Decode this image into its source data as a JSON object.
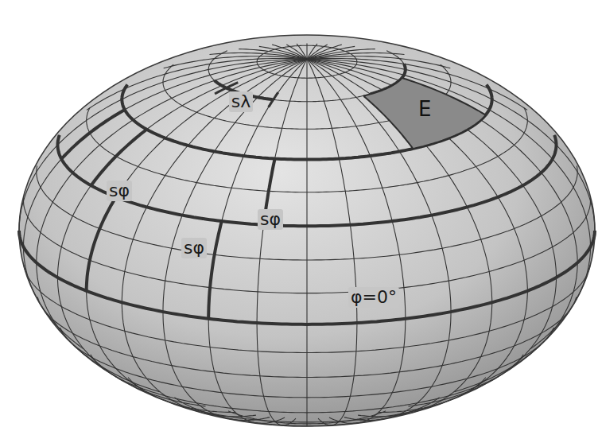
{
  "diagram": {
    "nodes": [
      {
        "text": [
          "E"
        ]
      }
    ],
    "labels": [
      "sλ",
      "sφ",
      "sφ",
      "sφ",
      "φ=0°"
    ]
  }
}
